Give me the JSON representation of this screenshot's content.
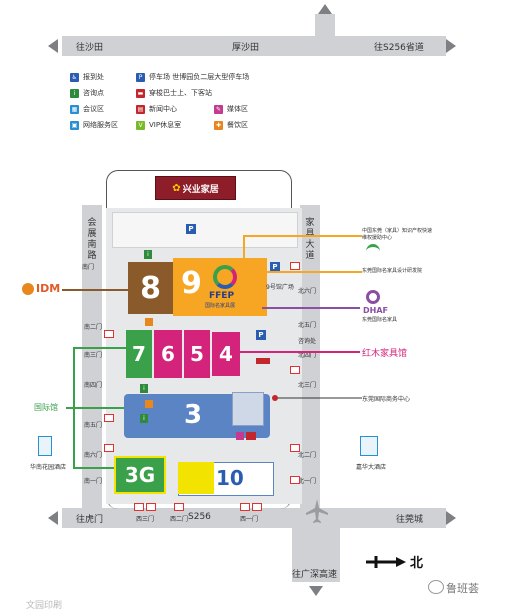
{
  "roads": {
    "top_left": "往沙田",
    "top_mid": "厚沙田",
    "top_right": "往S256省道",
    "left_vertical": "会展南路",
    "right_vertical": "家具大道",
    "bottom_left": "往虎门",
    "bottom_mid": "S256",
    "bottom_right": "往莞城",
    "bottom_south": "往广深高速"
  },
  "legend": {
    "items": [
      {
        "label": "报到处",
        "color": "#2a5db0",
        "glyph": "♿"
      },
      {
        "label": "停车场 世博园负二层大型停车场",
        "color": "#2a5db0",
        "glyph": "P"
      },
      {
        "label": "咨询点",
        "color": "#2f8a3b",
        "glyph": "i"
      },
      {
        "label": "穿梭巴士上、下客站",
        "color": "#c1272d",
        "glyph": "▬"
      },
      {
        "label": "会议区",
        "color": "#2a8fd0",
        "glyph": "▦"
      },
      {
        "label": "新闻中心",
        "color": "#c1272d",
        "glyph": "▤"
      },
      {
        "label": "媒体区",
        "color": "#c43a8e",
        "glyph": "✎"
      },
      {
        "label": "网络服务区",
        "color": "#2a8fd0",
        "glyph": "▣"
      },
      {
        "label": "VIP休息室",
        "color": "#7ab929",
        "glyph": "V"
      },
      {
        "label": "餐饮区",
        "color": "#e8871e",
        "glyph": "✚"
      }
    ]
  },
  "top_building": "兴业家居",
  "halls": {
    "h8": "8",
    "h9": "9",
    "h9_brand": "FFEP",
    "h9_sub": "国际名家具展",
    "h7": "7",
    "h6": "6",
    "h5": "5",
    "h4": "4",
    "h3": "3",
    "h3g": "3G",
    "h10": "10"
  },
  "callouts": {
    "dongguan_center": "中国东莞（家具）知识产权快速维权援助中心",
    "design_center": "东莞国际名家具设计研发院",
    "dhaf_logo": "DHAF",
    "dhaf_sub": "东莞国际名家具",
    "hongmu": "红木家具馆",
    "world_expo_center": "东莞国际商务中心",
    "idm_logo": "IDM",
    "international_hall": "国际馆"
  },
  "side_labels": {
    "hotel": "华南花园酒店",
    "hotel2": "嘉华大酒店",
    "nine_hall_lobby": "9号馆广场"
  },
  "gates": {
    "left": [
      "南门",
      "南二门",
      "南三门",
      "南四门",
      "南五门",
      "南六门",
      "南一门"
    ],
    "right": [
      "北六门",
      "北五门",
      "北四门",
      "咨询处",
      "北三门",
      "北二门",
      "北一门"
    ],
    "bottom": [
      "西三门",
      "西二门",
      "西一门"
    ]
  },
  "compass": {
    "north": "北"
  },
  "watermarks": {
    "left": "文园印刷",
    "right": "鲁班荟"
  },
  "colors": {
    "hall8": "#8b5a2b",
    "hall9": "#f6a623",
    "hall_green": "#3aa14a",
    "hall_magenta": "#d4237a",
    "hall3": "#5a84c4",
    "hall10": "#f2e400",
    "road": "#cfd1d4",
    "callout_orange": "#f6a623",
    "callout_purple": "#8a4fa1",
    "callout_red": "#d4237a",
    "callout_green": "#3aa14a"
  }
}
